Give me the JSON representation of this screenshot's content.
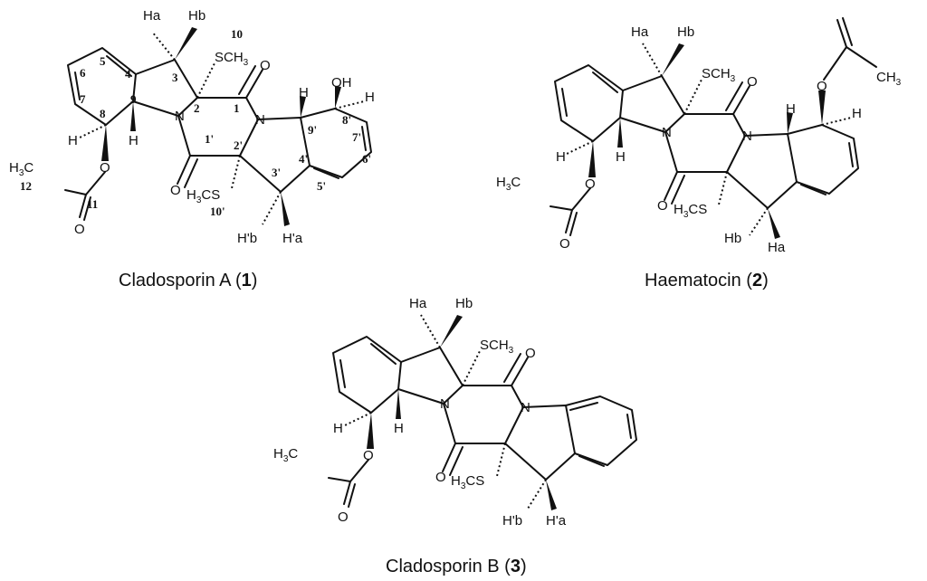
{
  "compounds": [
    {
      "name": "Cladosporin A",
      "number": "1",
      "labels": {
        "ha": "Ha",
        "hb": "Hb",
        "sch3_top": "SCH",
        "sch3_top_sub": "3",
        "oh": "OH",
        "h_8p": "H",
        "n1": "N",
        "n2": "N",
        "o1": "O",
        "o2": "O",
        "o3": "O",
        "o4": "O",
        "h_8": "H",
        "h_9": "H",
        "h_9p": "H",
        "h3c_s": "H",
        "h3c_s_sub": "3",
        "h3c_s_c": "CS",
        "h3c_ac": "H",
        "h3c_ac_sub": "3",
        "h3c_ac_c": "C",
        "hpb": "H'b",
        "hpa": "H'a"
      },
      "numbering": [
        "10",
        "3",
        "6",
        "5",
        "4",
        "2",
        "1",
        "7",
        "9",
        "8",
        "1'",
        "2'",
        "9'",
        "8'",
        "7'",
        "6'",
        "4'",
        "5'",
        "3'",
        "12",
        "11",
        "10'"
      ]
    },
    {
      "name": "Haematocin",
      "number": "2",
      "labels": {
        "ha": "Ha",
        "hb": "Hb",
        "sch3_top": "SCH",
        "sch3_top_sub": "3",
        "ch3": "CH",
        "ch3_sub": "3",
        "n1": "N",
        "n2": "N",
        "o1": "O",
        "o2": "O",
        "o3": "O",
        "o4": "O",
        "o5": "O",
        "h_l": "H",
        "h_9": "H",
        "h_9p": "H",
        "h_8p": "H",
        "h3c_s": "H",
        "h3c_s_sub": "3",
        "h3c_s_c": "CS",
        "h3c_ac": "H",
        "h3c_ac_sub": "3",
        "h3c_ac_c": "C",
        "hb2": "Hb",
        "ha2": "Ha"
      }
    },
    {
      "name": "Cladosporin B",
      "number": "3",
      "labels": {
        "ha": "Ha",
        "hb": "Hb",
        "sch3_top": "SCH",
        "sch3_top_sub": "3",
        "n1": "N",
        "n2": "N",
        "o1": "O",
        "o2": "O",
        "o3": "O",
        "o4": "O",
        "h_l": "H",
        "h_9": "H",
        "h3c_s": "H",
        "h3c_s_sub": "3",
        "h3c_s_c": "CS",
        "h3c_ac": "H",
        "h3c_ac_sub": "3",
        "h3c_ac_c": "C",
        "hpb": "H'b",
        "hpa": "H'a"
      }
    }
  ]
}
